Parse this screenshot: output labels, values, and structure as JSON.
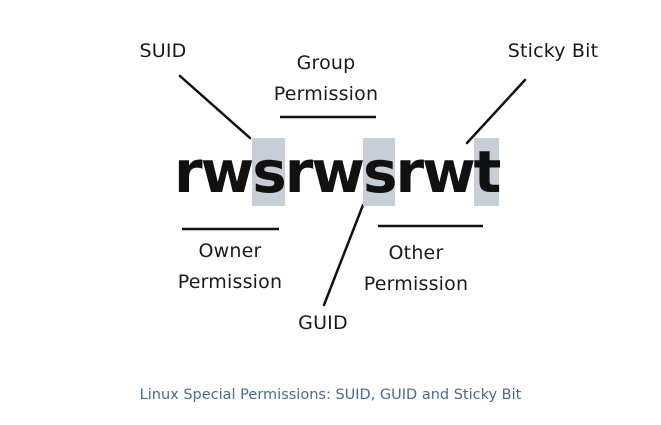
{
  "diagram": {
    "permission_string": [
      "r",
      "w",
      "s",
      "r",
      "w",
      "s",
      "r",
      "w",
      "t"
    ],
    "highlighted_positions": [
      2,
      5,
      8
    ],
    "highlight_color": "#c8ced8",
    "labels": {
      "suid": "SUID",
      "group_line1": "Group",
      "group_line2": "Permission",
      "sticky": "Sticky Bit",
      "owner_line1": "Owner",
      "owner_line2": "Permission",
      "other_line1": "Other",
      "other_line2": "Permission",
      "guid": "GUID"
    }
  },
  "caption": "Linux Special Permissions: SUID, GUID and Sticky Bit",
  "caption_color": "#4d6a8a"
}
